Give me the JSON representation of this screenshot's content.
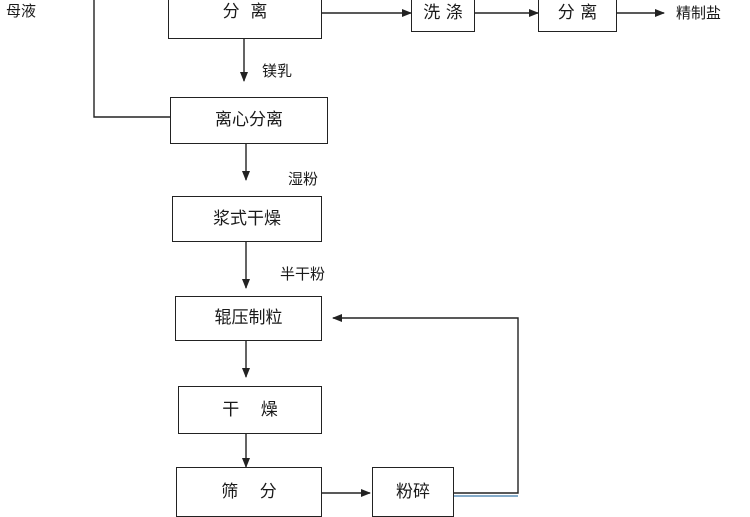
{
  "nodes": {
    "separation": "分  离",
    "washing": "洗 涤",
    "separation2": "分 离",
    "centrifuge": "离心分离",
    "slurry_dry": "浆式干燥",
    "roller_granulate": "辊压制粒",
    "drying": "干    燥",
    "screening": "筛    分",
    "crushing": "粉碎"
  },
  "labels": {
    "mother_liquor": "母液",
    "refined_salt": "精制盐",
    "magnesium_milk": "镁乳",
    "wet_powder": "湿粉",
    "half_dry_powder": "半干粉"
  },
  "colors": {
    "line": "#222222",
    "recycle_line": "#5b8fb9",
    "text": "#1a1a1a"
  }
}
